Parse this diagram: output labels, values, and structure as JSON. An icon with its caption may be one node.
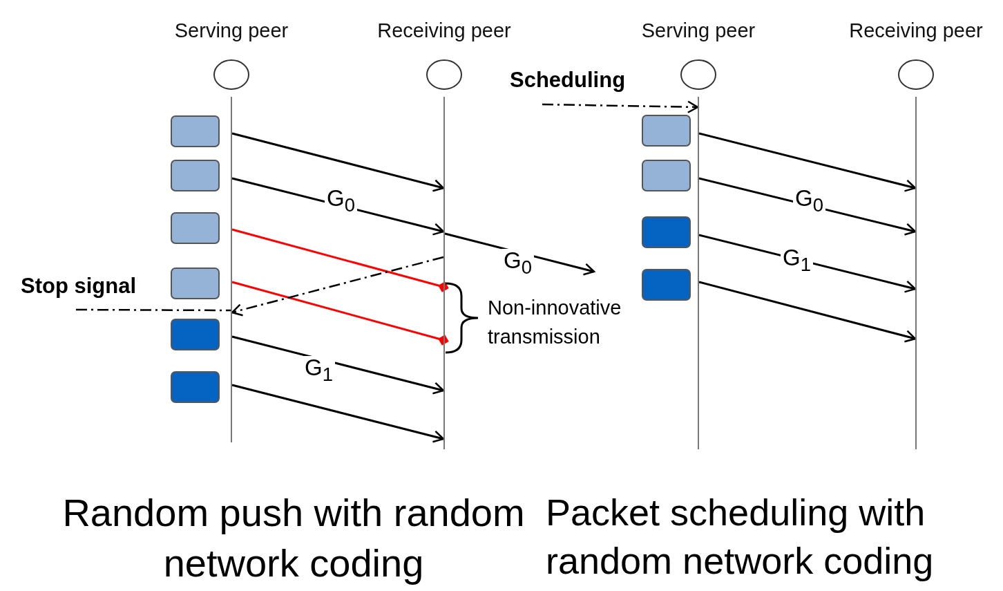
{
  "diagram": {
    "nodes": [
      {
        "text": [
          "Serving peer"
        ]
      },
      {
        "text": [
          "Receiving peer"
        ]
      },
      {
        "text": [
          "Serving peer"
        ]
      },
      {
        "text": [
          "Receiving peer"
        ]
      },
      {
        "text": [],
        "shape": "bar"
      },
      {
        "text": [],
        "shape": "bar"
      },
      {
        "text": [],
        "shape": "bar"
      },
      {
        "text": [],
        "shape": "bar"
      },
      {
        "text": [],
        "shape": "box"
      },
      {
        "text": [],
        "shape": "box"
      },
      {
        "text": [],
        "shape": "box"
      },
      {
        "text": [],
        "shape": "box"
      },
      {
        "text": [],
        "shape": "box"
      },
      {
        "text": [],
        "shape": "box"
      },
      {
        "text": [],
        "shape": "box"
      },
      {
        "text": [],
        "shape": "box"
      },
      {
        "text": [],
        "shape": "box"
      },
      {
        "text": [],
        "shape": "box"
      }
    ],
    "edges": [
      {
        "from": 4,
        "to": 5,
        "arrow": "to"
      },
      {
        "from": 4,
        "to": 5,
        "arrow": "to",
        "label": "G$_{0}$"
      },
      {
        "from": 5,
        "to": null,
        "arrow": "to",
        "label": "G$_{0}$"
      },
      {
        "from": 4,
        "to": 5,
        "arrow": "other",
        "color": "#ff0000"
      },
      {
        "from": 4,
        "to": 5,
        "arrow": "other",
        "color": "#ff0000"
      },
      {
        "from": 5,
        "to": 4,
        "arrow": "to",
        "style": "dashed"
      },
      {
        "from": null,
        "to": 4,
        "arrow": "none",
        "style": "dashed"
      },
      {
        "from": 4,
        "to": 5,
        "arrow": "to",
        "label": "G$_{1}$"
      },
      {
        "from": 4,
        "to": 5,
        "arrow": "to"
      },
      {
        "from": null,
        "to": 6,
        "arrow": "to",
        "style": "dashed"
      },
      {
        "from": 6,
        "to": 7,
        "arrow": "to"
      },
      {
        "from": 6,
        "to": 7,
        "arrow": "to",
        "label": "G$_{0}$"
      },
      {
        "from": 6,
        "to": 7,
        "arrow": "to",
        "label": "G$_{1}$"
      },
      {
        "from": 6,
        "to": 7,
        "arrow": "to"
      }
    ],
    "labels": [
      "Scheduling",
      "Stop signal",
      "Non-innovative transmission",
      "Random push with random network coding",
      "Packet scheduling with random network coding"
    ]
  }
}
